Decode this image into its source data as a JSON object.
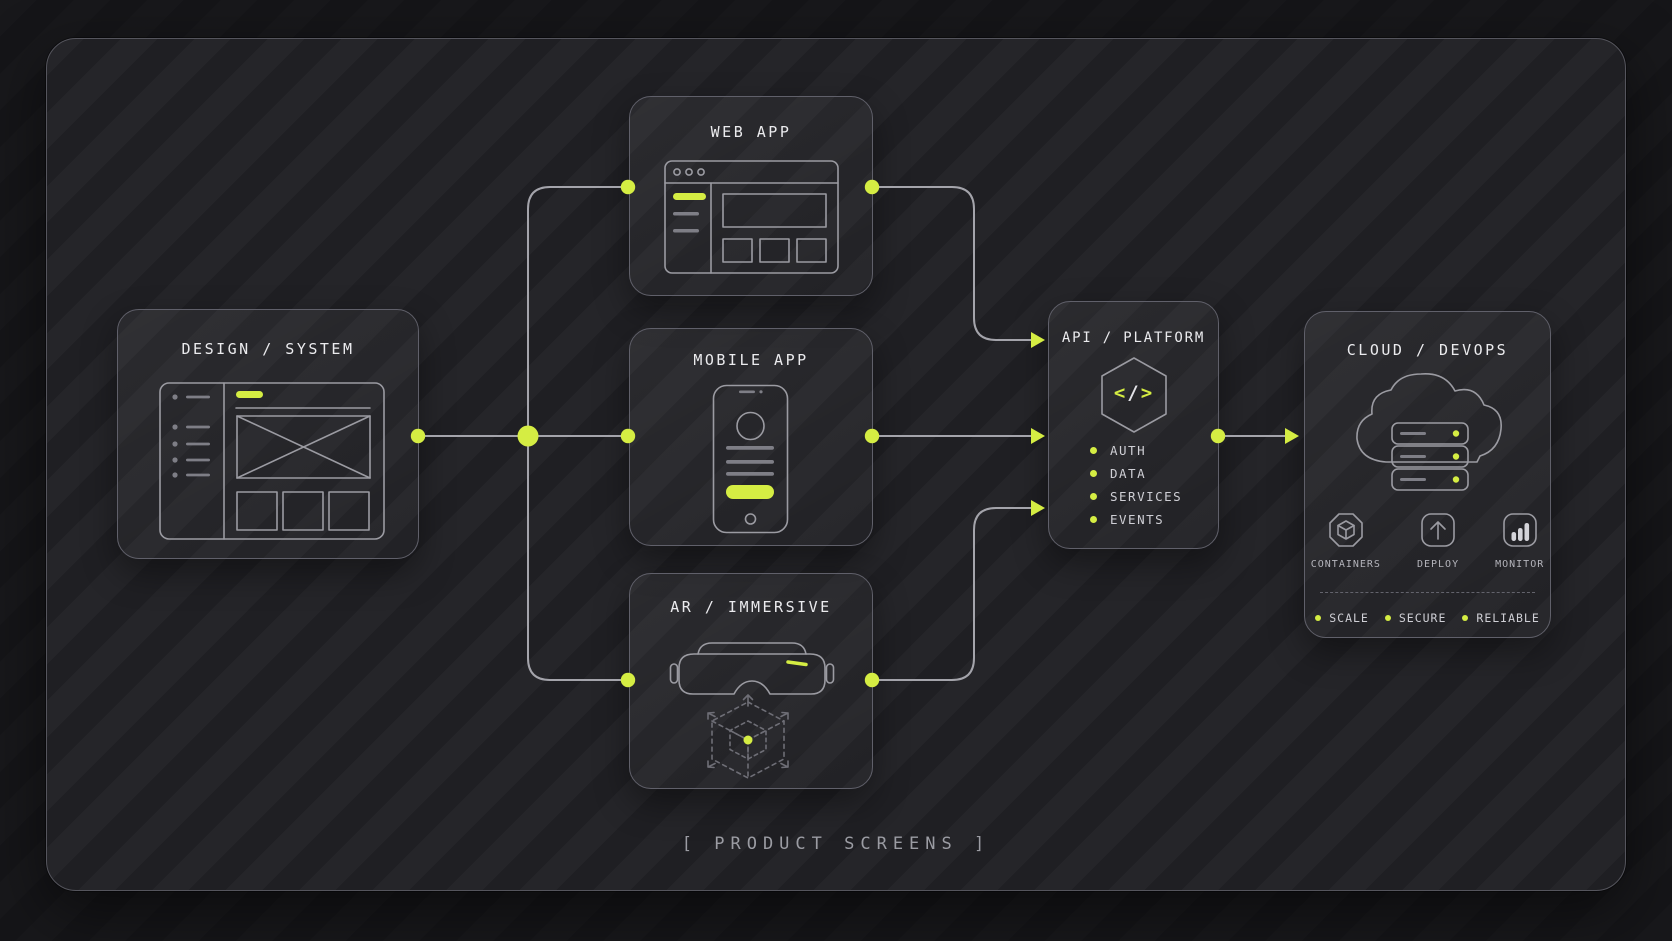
{
  "colors": {
    "accent": "#d5ed43",
    "line": "#a4a4ab"
  },
  "caption": "[ PRODUCT SCREENS ]",
  "nodes": {
    "design": {
      "title": "DESIGN / SYSTEM"
    },
    "web": {
      "title": "WEB APP"
    },
    "mobile": {
      "title": "MOBILE APP"
    },
    "ar": {
      "title": "AR / IMMERSIVE"
    },
    "api": {
      "title": "API / PLATFORM",
      "code": {
        "open": "<",
        "slash": "/",
        "close": ">"
      },
      "items": [
        "AUTH",
        "DATA",
        "SERVICES",
        "EVENTS"
      ]
    },
    "cloud": {
      "title": "CLOUD / DEVOPS",
      "tools": [
        "CONTAINERS",
        "DEPLOY",
        "MONITOR"
      ],
      "qualities": [
        "SCALE",
        "SECURE",
        "RELIABLE"
      ]
    }
  }
}
